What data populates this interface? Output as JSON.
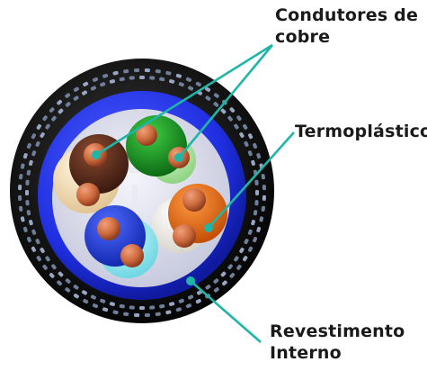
{
  "labels": {
    "copper_line1": "Condutores de",
    "copper_line2": "cobre",
    "thermoplastic": "Termoplástico",
    "inner_line1": "Revestimento",
    "inner_line2": "Interno"
  },
  "colors": {
    "outer_jacket": "#111111",
    "shield_braid": "#6f7f9a",
    "inner_sheath": "#1f2fe0",
    "filler": "#d7d9e8",
    "copper": "#cd6a3e",
    "leader": "#1fb5a7"
  },
  "pairs": [
    {
      "color_a": "#4a2418",
      "color_b": "#f2dcae"
    },
    {
      "color_a": "#168a1c",
      "color_b": "#a6e39a"
    },
    {
      "color_a": "#e26a10",
      "color_b": "#f0eee6"
    },
    {
      "color_a": "#1d3fe0",
      "color_b": "#86e6ee"
    }
  ]
}
